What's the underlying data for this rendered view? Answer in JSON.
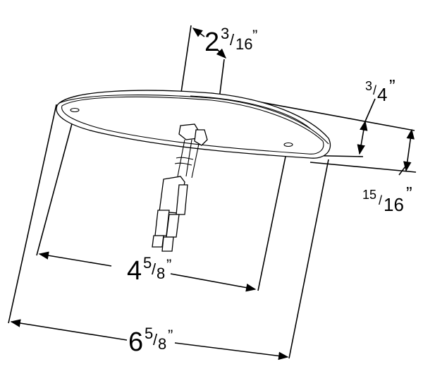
{
  "diagram": {
    "type": "dimensional-drawing",
    "subject": "oval surface-mount lamp with pigtail connector",
    "colors": {
      "line": "#000000",
      "background": "#ffffff"
    },
    "dimensions": {
      "depth_base": {
        "whole": "2",
        "num": "3",
        "den": "16",
        "unit": "”"
      },
      "height_lens": {
        "whole": "",
        "num": "3",
        "den": "4",
        "unit": "”"
      },
      "height_total": {
        "whole": "",
        "num": "15",
        "den": "16",
        "unit": "”"
      },
      "mount_spacing": {
        "whole": "4",
        "num": "5",
        "den": "8",
        "unit": "”"
      },
      "overall_length": {
        "whole": "6",
        "num": "5",
        "den": "8",
        "unit": "”"
      }
    }
  }
}
